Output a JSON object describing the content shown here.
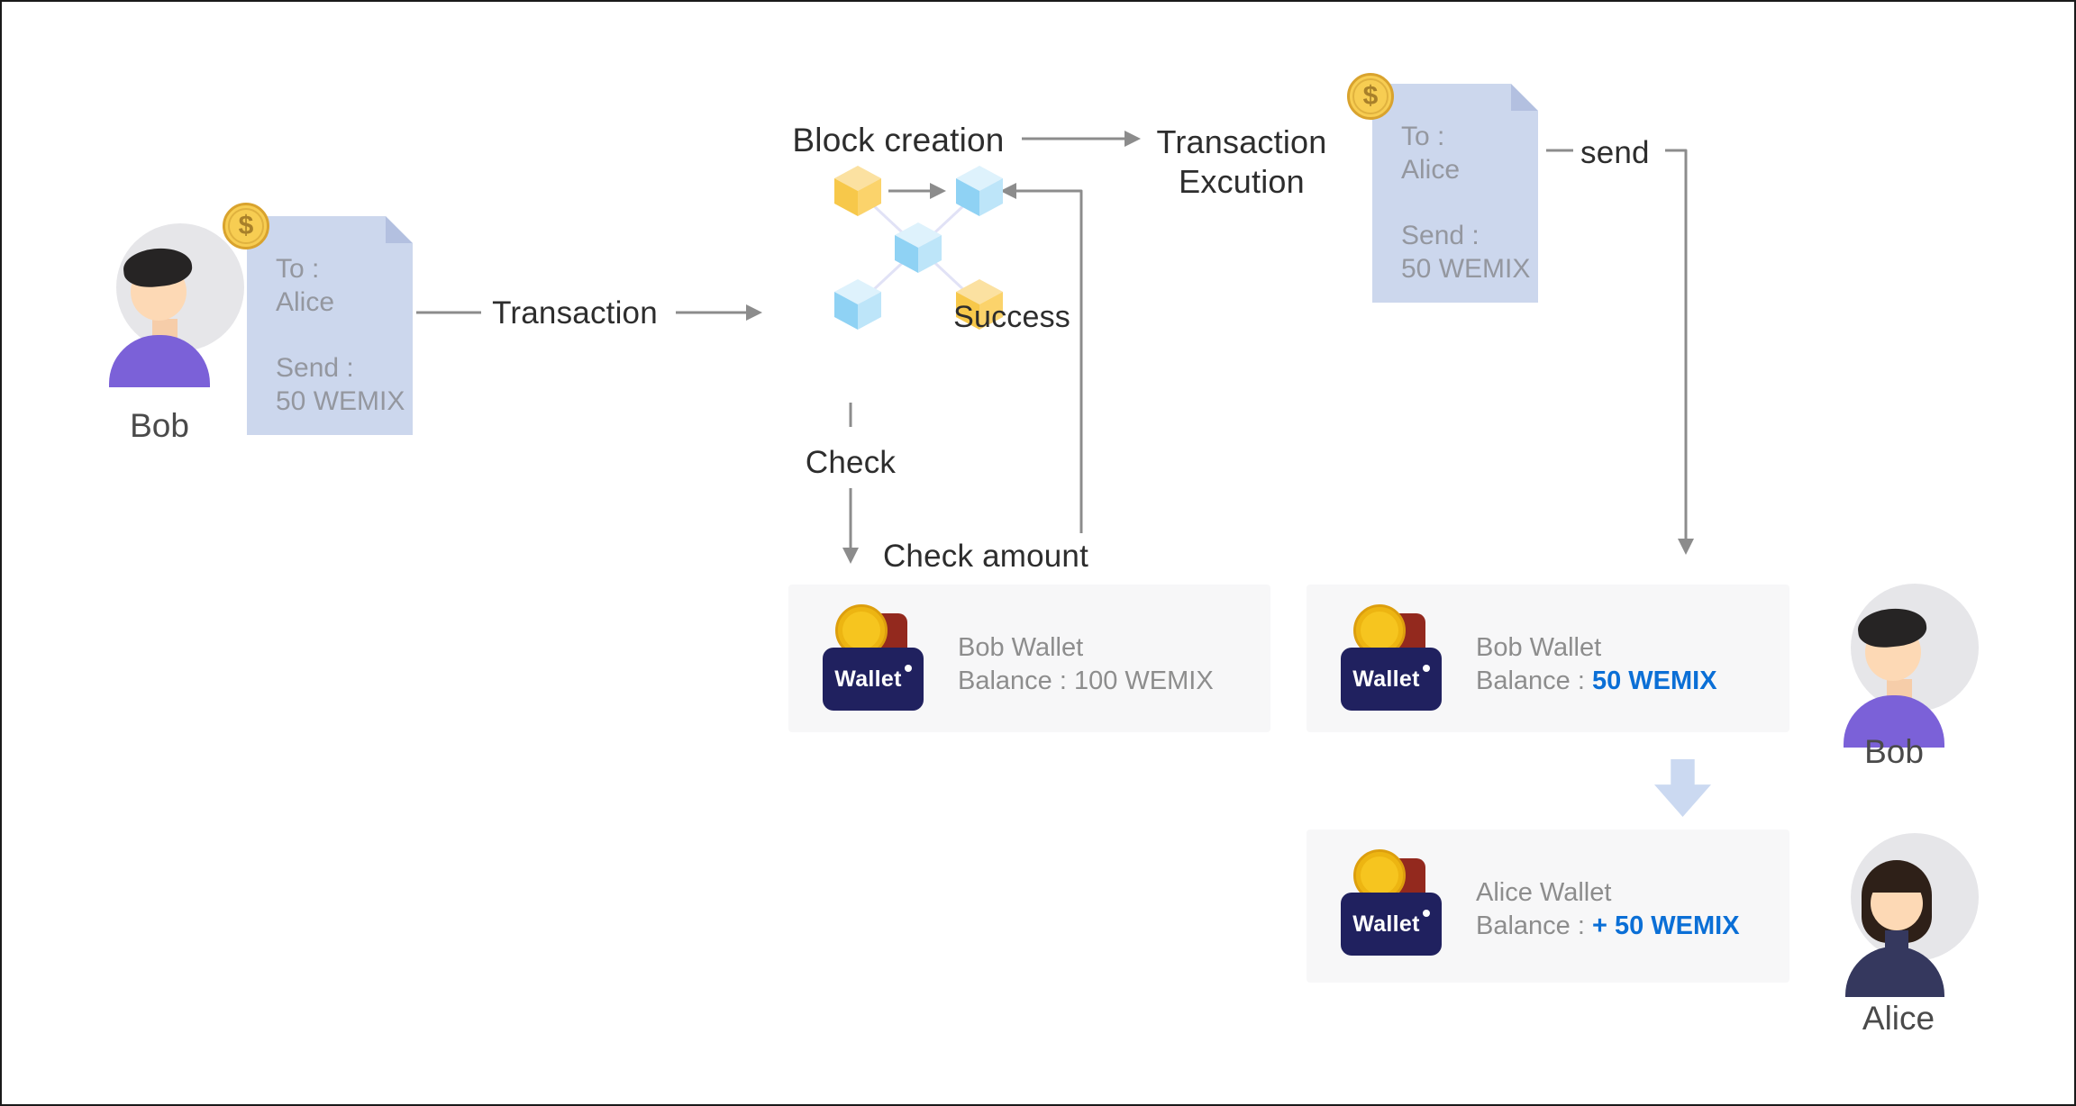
{
  "actors": {
    "bob_left": "Bob",
    "bob_right": "Bob",
    "alice": "Alice"
  },
  "tx_note_left": {
    "coin_symbol": "$",
    "to_label": "To :",
    "to_value": "Alice",
    "send_label": "Send :",
    "send_value": "50 WEMIX"
  },
  "tx_note_right": {
    "coin_symbol": "$",
    "to_label": "To :",
    "to_value": "Alice",
    "send_label": "Send :",
    "send_value": "50 WEMIX"
  },
  "labels": {
    "transaction": "Transaction",
    "block_creation": "Block creation",
    "transaction_execution_line1": "Transaction",
    "transaction_execution_line2": "Excution",
    "send": "send",
    "success": "Success",
    "check": "Check",
    "check_amount": "Check amount"
  },
  "wallets": {
    "bob_before": {
      "icon_text": "Wallet",
      "name": "Bob Wallet",
      "balance_label": "Balance :",
      "balance_value": "100 WEMIX"
    },
    "bob_after": {
      "icon_text": "Wallet",
      "name": "Bob Wallet",
      "balance_label": "Balance :",
      "balance_value": "50 WEMIX"
    },
    "alice_after": {
      "icon_text": "Wallet",
      "name": "Alice Wallet",
      "balance_label": "Balance :",
      "balance_value": "+ 50 WEMIX"
    }
  },
  "colors": {
    "accent_blue": "#0b6fd6",
    "note_bg": "#ccd7ed",
    "wallet_box_bg": "#f7f7f8",
    "arrow_gray": "#8c8c8c",
    "coin_gold": "#f7cd52",
    "cube_yellow": "#f7c84a",
    "cube_blue": "#8fd2f4",
    "wallet_navy": "#20215f",
    "down_arrow_blue": "#cbd9f1"
  }
}
